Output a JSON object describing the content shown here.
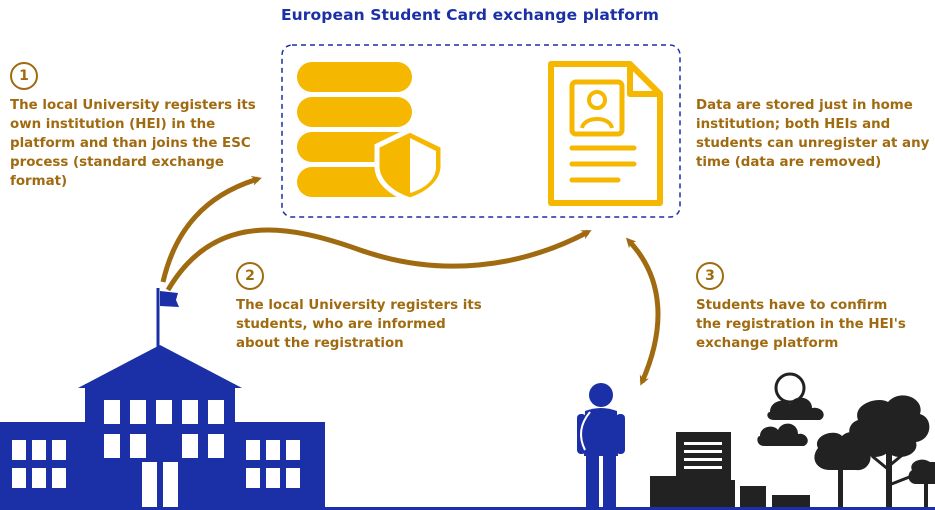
{
  "title": "European Student Card exchange platform",
  "steps": [
    {
      "number": "1",
      "text": "The local University registers its own institution (HEI) in the platform and than joins the ESC process (standard exchange format)"
    },
    {
      "number": "2",
      "text": "The local University registers its students, who are informed about the registration"
    },
    {
      "number": "3",
      "text": "Students have to confirm the registration in the HEI's exchange platform"
    }
  ],
  "storage_note": "Data are stored just in home institution; both HEIs and students can unregister at any time (data are removed)",
  "icons": [
    "database-shield-icon",
    "document-profile-icon",
    "university-building-icon",
    "student-icon",
    "city-landscape-icon"
  ],
  "colors": {
    "accent": "#f5b700",
    "arrow": "#a06b10",
    "navy": "#1b2fa6",
    "text": "#a06b10"
  }
}
